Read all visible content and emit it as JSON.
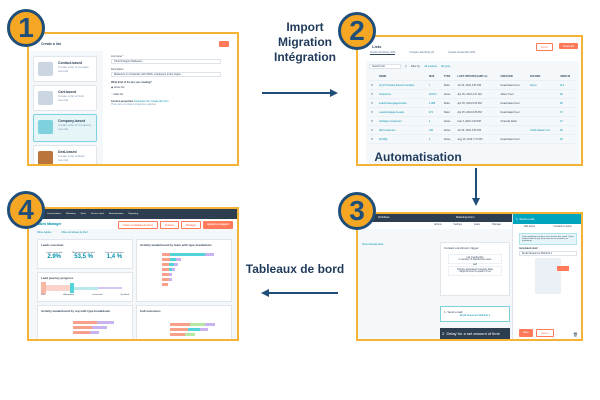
{
  "steps": [
    {
      "number": "1"
    },
    {
      "number": "2"
    },
    {
      "number": "3"
    },
    {
      "number": "4"
    }
  ],
  "labels": {
    "import": "Import\nMigration\nIntégration",
    "automation": "Automatisation",
    "dashboards": "Tableaux de bord"
  },
  "colors": {
    "badge": "#f5a623",
    "badge_border": "#1f4e79",
    "panel_border": "#f5b335",
    "accent": "#ff7a59",
    "link": "#0091ae"
  },
  "screen1": {
    "title": "Create a list",
    "cards": [
      {
        "name": "Contact-based",
        "desc": "Create a list of Contact records"
      },
      {
        "name": "Cart-based",
        "desc": "Create a list of Cart records"
      },
      {
        "name": "Company-based",
        "desc": "Create a list of Company records"
      },
      {
        "name": "Deal-based",
        "desc": "Create a list of Deal records"
      }
    ],
    "list_name_label": "List name *",
    "list_name": "US Ent Region Marketers",
    "desc_label": "Description",
    "desc": "Marketers in companies with 2000+ employees in Ent region.",
    "kind_label": "What kind of list are you creating?",
    "active": "Active list",
    "static": "Static list",
    "custom_label": "Custom properties",
    "custom_link": "Customize the 'Create list' form",
    "custom_note": "There are no custom properties selected."
  },
  "screen2": {
    "title": "Lists",
    "import": "Import",
    "create": "Create list",
    "tabs": [
      "Contact lists library (490)",
      "Company lists library (3)",
      "Unused Contact lists (276)"
    ],
    "search": "Search lists",
    "filter": "Filter by:",
    "creators": "All creators",
    "types": "All types",
    "columns": [
      "NAME",
      "SIZE",
      "TYPE",
      "LAST UPDATED (GMT+1)",
      "CREATOR",
      "FOLDER",
      "USED IN"
    ],
    "rows": [
      [
        "(1) All Timeline Events Contacts",
        "7",
        "Static",
        "Jul 10, 2019 4:51 PM",
        "Deactivated User",
        "Demo",
        "113"
      ],
      [
        "Customers",
        "23,874",
        "Active",
        "Apr 25, 2019 2:27 AM",
        "Alison Trent",
        "",
        "92"
      ],
      [
        "Leads Disengaged leads",
        "1,088",
        "Static",
        "Apr 25, 2019 8:23 PM",
        "Deactivated User",
        "",
        "82"
      ],
      [
        "Leads Engaged Leads",
        "374",
        "Static",
        "Apr 25, 2019 8:28 PM",
        "Deactivated User",
        "",
        "37"
      ],
      [
        "Unhappy Customers",
        "4",
        "Active",
        "Feb 3, 2016 4:49 PM",
        "Chanelle Dash",
        "",
        "27"
      ],
      [
        "NR Customers",
        "136",
        "Active",
        "Jul 10, 2019 4:51 PM",
        "",
        "V-Nile Master List",
        "26"
      ],
      [
        "All MQL",
        "3",
        "Active",
        "Aug 16, 2016 7:37 PM",
        "Deactivated User",
        "",
        "25"
      ]
    ]
  },
  "screen3": {
    "back": "Workflows",
    "title": "Marketing Demo",
    "tabs": [
      "Actions",
      "Settings",
      "Goals",
      "Changes"
    ],
    "trigger": "Contact enrollment trigger",
    "cond1": "List membership",
    "cond1_text": "is member of Attended an event",
    "and": "and",
    "cond2": "Primary associated Company Data",
    "cond2_text": "Target Account is equal to True",
    "action1": "1. Send email",
    "action1_link": "Email Sequence Webinar 1",
    "action2": "2. Delay for a set amount of time",
    "panel_title": "1. Send email",
    "panel_tabs": [
      "Edit action",
      "Contacts in action"
    ],
    "info": "Only marketing contacts can receive this email. If you haven't done it yet, learn how to set contacts as marketing.",
    "auto_label": "Automated email",
    "email": "Email Sequence Webinar 1",
    "save": "Save",
    "cancel": "Cancel",
    "show_panel": "Show minimap panel"
  },
  "screen4": {
    "nav": [
      "Conversations",
      "Marketing",
      "Sales",
      "Service client",
      "Automatisation",
      "Reporting"
    ],
    "dashboard": "Sales Manager",
    "btns": [
      "Créer un tableau de bord",
      "Actions",
      "Partager",
      "Ajouter un rapport"
    ],
    "filters": "Filtres rapides",
    "dash_filters": "Filtres de tableau de bord",
    "leads_title": "Leads overview",
    "kpis": [
      {
        "label": "Leads converted",
        "value": "2.9%"
      },
      {
        "label": "Marketing lead to sales",
        "value": "53,5 %"
      },
      {
        "label": "Taux de conversion",
        "value": "1,4 %"
      }
    ],
    "journey_title": "Lead journey progress",
    "journey_stages": [
      "New",
      "Attempting",
      "Connected",
      "Qualified"
    ],
    "team_title": "Activity leaderboard by team with type breakdown",
    "rep_title": "Activity leaderboard by rep with type breakdown",
    "calls_title": "Call outcomes"
  }
}
